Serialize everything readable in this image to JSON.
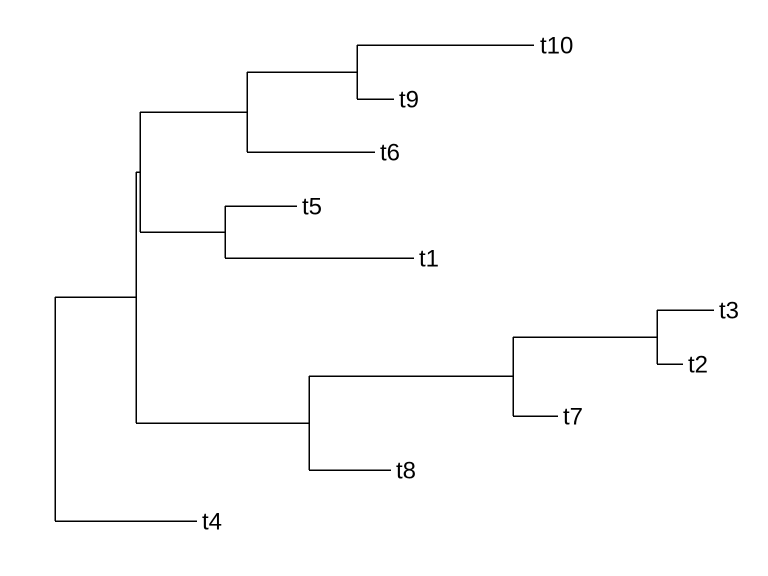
{
  "tree": {
    "type": "phylogram",
    "tips": [
      "t10",
      "t9",
      "t6",
      "t5",
      "t1",
      "t3",
      "t2",
      "t7",
      "t8",
      "t4"
    ],
    "line_color": "#000000",
    "label_color": "#000000"
  }
}
